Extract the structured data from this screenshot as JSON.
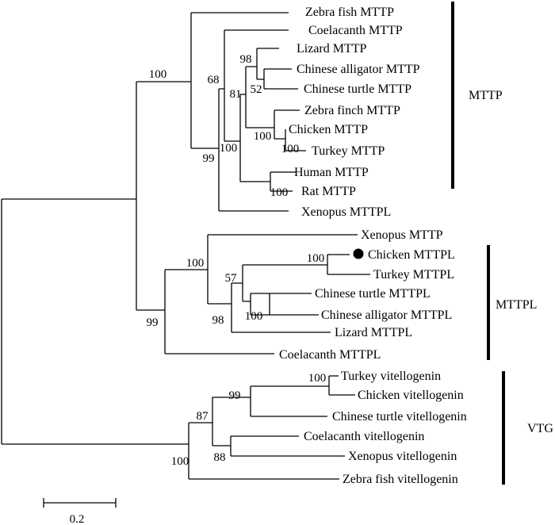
{
  "leaves": [
    "Zebra fish MTTP",
    "Coelacanth MTTP",
    "Lizard MTTP",
    "Chinese alligator MTTP",
    "Chinese turtle MTTP",
    "Zebra finch MTTP",
    "Chicken MTTP",
    "Turkey MTTP",
    "Human MTTP",
    "Rat MTTP",
    "Xenopus MTTPL",
    "Xenopus MTTP",
    "Chicken MTTPL",
    "Turkey MTTPL",
    "Chinese turtle MTTPL",
    "Chinese alligator MTTPL",
    "Lizard MTTPL",
    "Coelacanth MTTPL",
    "Turkey vitellogenin",
    "Chicken vitellogenin",
    "Chinese turtle vitellogenin",
    "Coelacanth vitellogenin",
    "Xenopus vitellogenin",
    "Zebra fish vitellogenin"
  ],
  "bootstrap": [
    "100",
    "68",
    "98",
    "81",
    "52",
    "100",
    "100",
    "99",
    "100",
    "100",
    "100",
    "57",
    "100",
    "98",
    "99",
    "100",
    "99",
    "87",
    "88",
    "100"
  ],
  "groups": [
    "MTTP",
    "MTTPL",
    "VTG"
  ],
  "scale_label": "0.2"
}
